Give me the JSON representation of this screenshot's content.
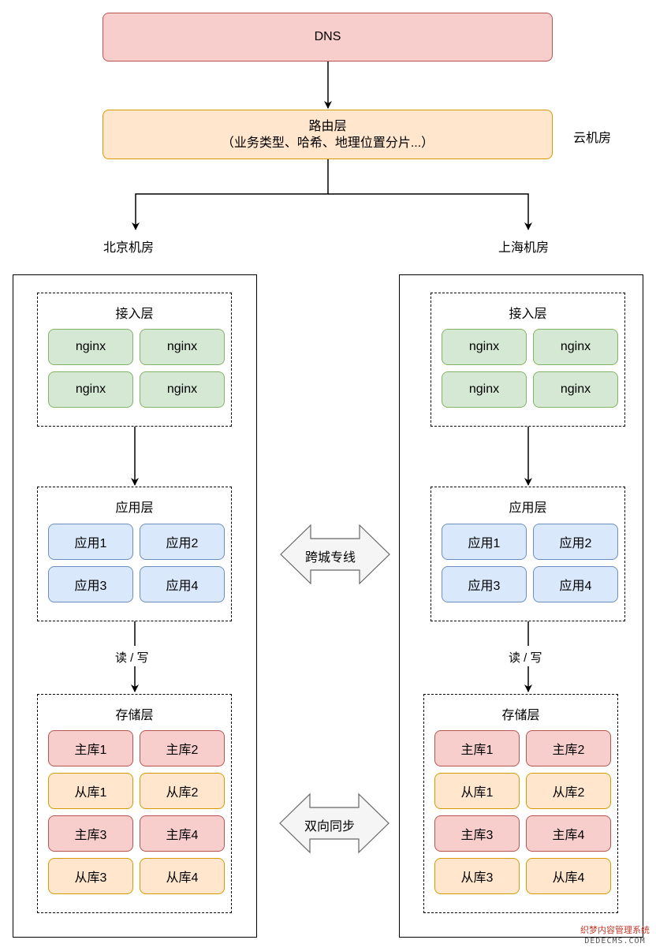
{
  "dns": "DNS",
  "router": {
    "title": "路由层",
    "detail": "（业务类型、哈希、地理位置分片...）"
  },
  "cloud_label": "云机房",
  "datacenters": [
    {
      "name": "北京机房",
      "access": {
        "title": "接入层",
        "nodes": [
          "nginx",
          "nginx",
          "nginx",
          "nginx"
        ]
      },
      "app": {
        "title": "应用层",
        "nodes": [
          "应用1",
          "应用2",
          "应用3",
          "应用4"
        ]
      },
      "rw_label": "读 / 写",
      "storage": {
        "title": "存储层",
        "nodes": [
          "主库1",
          "主库2",
          "从库1",
          "从库2",
          "主库3",
          "主库4",
          "从库3",
          "从库4"
        ]
      }
    },
    {
      "name": "上海机房",
      "access": {
        "title": "接入层",
        "nodes": [
          "nginx",
          "nginx",
          "nginx",
          "nginx"
        ]
      },
      "app": {
        "title": "应用层",
        "nodes": [
          "应用1",
          "应用2",
          "应用3",
          "应用4"
        ]
      },
      "rw_label": "读 / 写",
      "storage": {
        "title": "存储层",
        "nodes": [
          "主库1",
          "主库2",
          "从库1",
          "从库2",
          "主库3",
          "主库4",
          "从库3",
          "从库4"
        ]
      }
    }
  ],
  "cross_city_label": "跨城专线",
  "sync_label": "双向同步",
  "watermark": {
    "line1": "织梦内容管理系统",
    "line2": "DEDECMS.COM"
  }
}
